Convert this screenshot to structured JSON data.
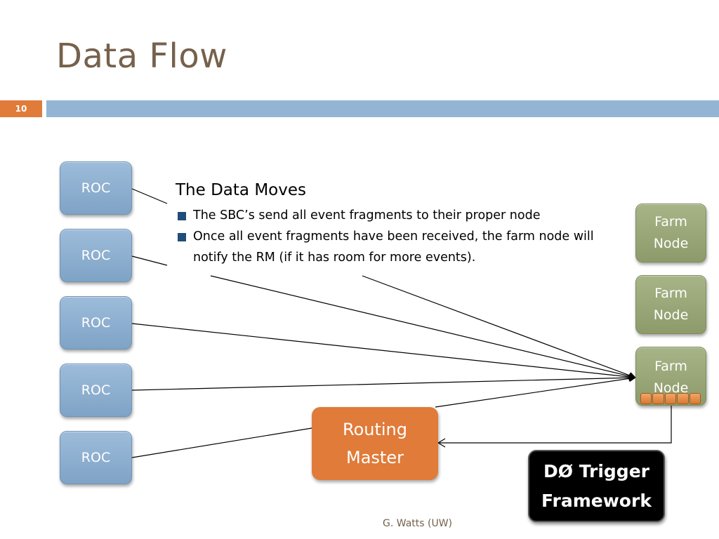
{
  "slide": {
    "title": "Data Flow",
    "number": "10",
    "footer": "G. Watts (UW)"
  },
  "rocs": [
    "ROC",
    "ROC",
    "ROC",
    "ROC",
    "ROC"
  ],
  "farm_nodes": [
    {
      "line1": "Farm",
      "line2": "Node"
    },
    {
      "line1": "Farm",
      "line2": "Node"
    },
    {
      "line1": "Farm",
      "line2": "Node"
    }
  ],
  "routing_master": {
    "line1": "Routing",
    "line2": "Master"
  },
  "trigger": {
    "line1": "DØ Trigger",
    "line2": "Framework"
  },
  "text_block": {
    "heading": "The Data Moves",
    "bullets": [
      "The SBC’s send all event fragments to their proper node",
      "Once all event fragments have been received, the farm node will notify the RM (if it has room for more events)."
    ]
  },
  "colors": {
    "title": "#76614c",
    "accent_orange": "#e07b39",
    "rule_blue": "#93b5d3",
    "roc_blue": "#8fb0d2",
    "farm_green": "#9aa779",
    "bullet_square": "#1f4e79"
  }
}
